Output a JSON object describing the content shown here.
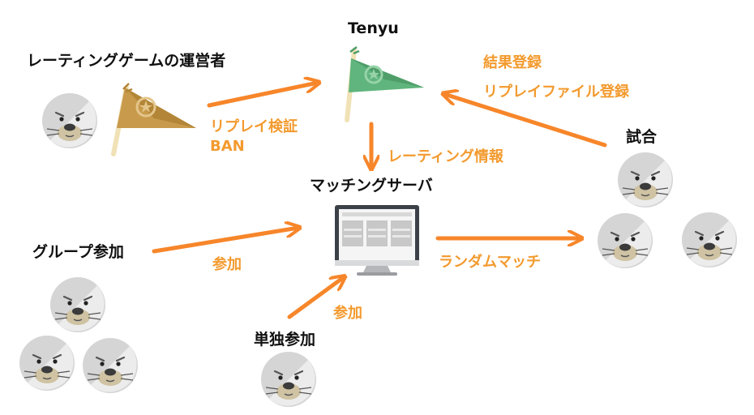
{
  "colors": {
    "arrow": "#f7862a",
    "label": "#f39a2e",
    "tenyu_flag": "#5fb57d",
    "operator_flag": "#c89a4c",
    "seal_gray": "#d4d4d4"
  },
  "nodes": {
    "tenyu": "Tenyu",
    "operator": "レーティングゲームの運営者",
    "match": "試合",
    "server": "マッチングサーバ",
    "group": "グループ参加",
    "solo": "単独参加"
  },
  "edges": {
    "operator_to_tenyu": [
      "リプレイ検証",
      "BAN"
    ],
    "match_to_tenyu": [
      "結果登録",
      "リプレイファイル登録"
    ],
    "tenyu_to_server": "レーティング情報",
    "group_to_server": "参加",
    "solo_to_server": "参加",
    "server_to_match": "ランダムマッチ"
  },
  "icons": {
    "tenyu": "green-pennant-flag-icon",
    "operator": "gold-pennant-flag-icon",
    "server": "monitor-icon",
    "person": "seal-face-icon"
  }
}
